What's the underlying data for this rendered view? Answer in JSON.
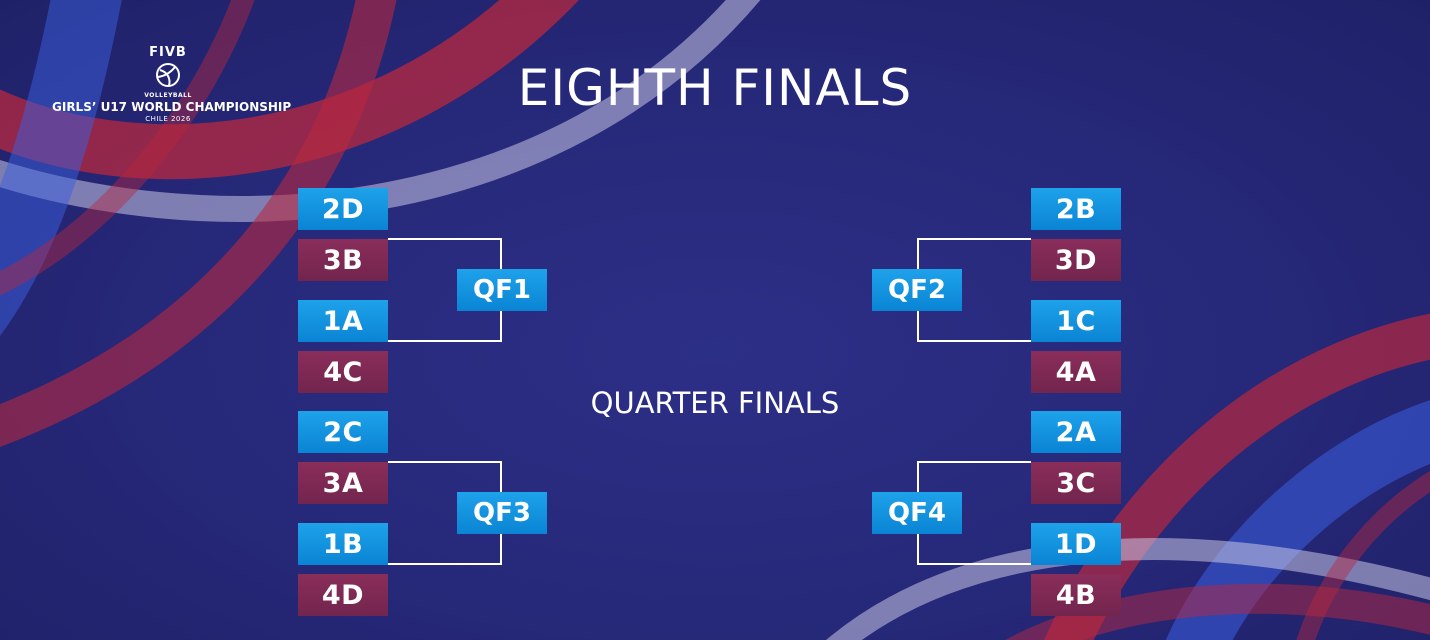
{
  "logo": {
    "brand": "FIVB",
    "sport": "VOLLEYBALL",
    "event": "GIRLS’ U17 WORLD CHAMPIONSHIP",
    "host": "CHILE 2026"
  },
  "title": "EIGHTH FINALS",
  "subtitle": "QUARTER FINALS",
  "left_bracket": {
    "slots": [
      "2D",
      "3B",
      "1A",
      "4C",
      "2C",
      "3A",
      "1B",
      "4D"
    ],
    "qf": [
      "QF1",
      "QF3"
    ]
  },
  "right_bracket": {
    "slots": [
      "2B",
      "3D",
      "1C",
      "4A",
      "2A",
      "3C",
      "1D",
      "4B"
    ],
    "qf": [
      "QF2",
      "QF4"
    ]
  },
  "colors": {
    "background": "#262879",
    "slot_blue": "#1493e0",
    "slot_maroon": "#7b2853",
    "swoosh_red": "#b8283f",
    "swoosh_white": "#c9c7e6"
  }
}
